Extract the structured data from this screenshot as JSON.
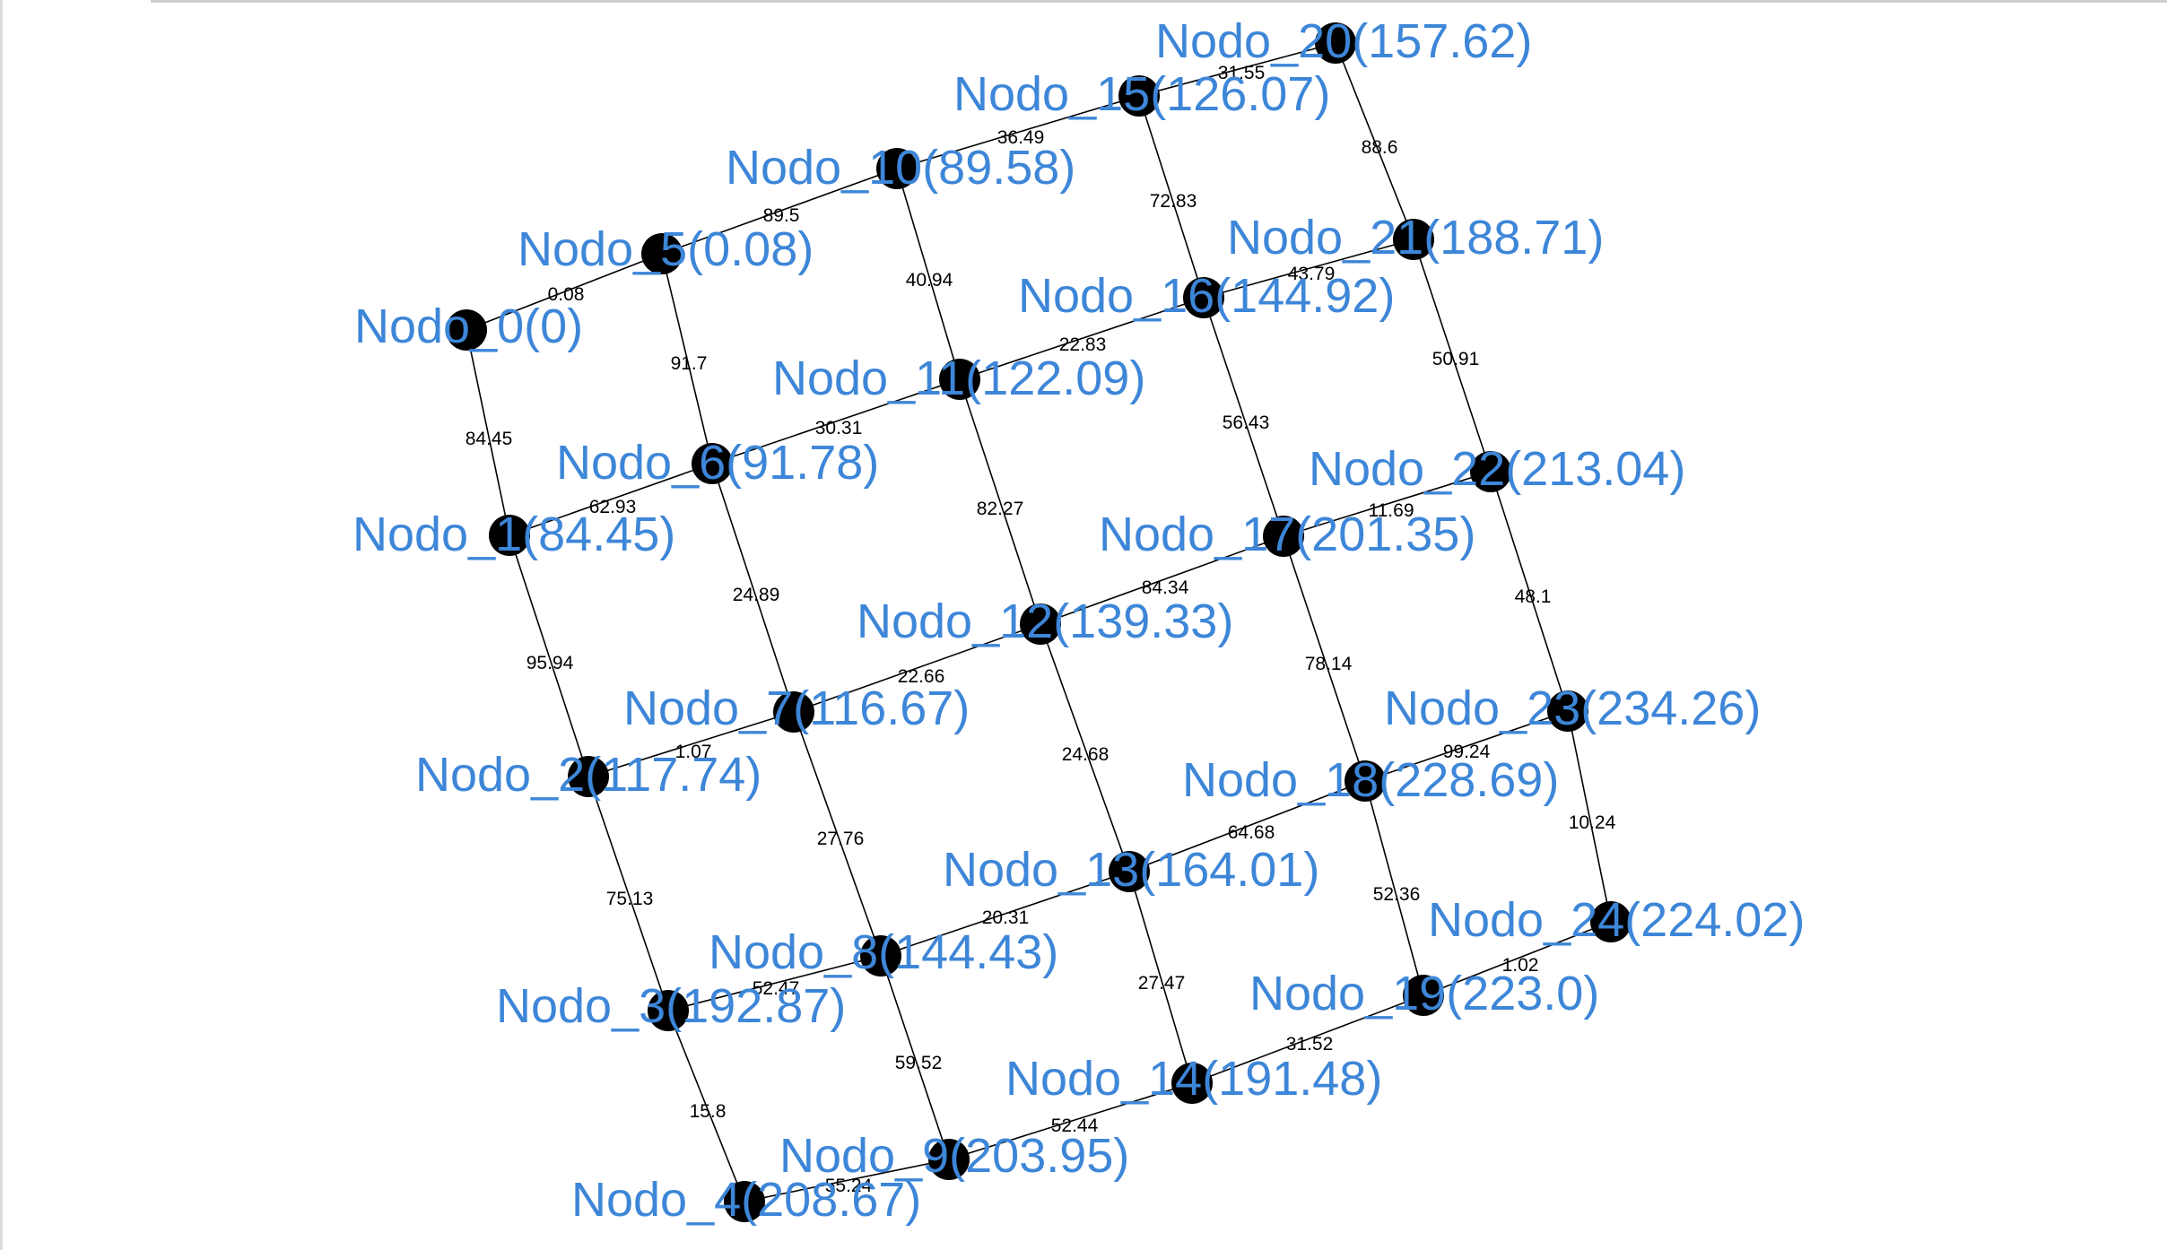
{
  "colors": {
    "background": "#ffffff",
    "frame_border": "#d8d8d8",
    "edge": "#000000",
    "node": "#000000",
    "node_label": "#3d86d8"
  },
  "graph": {
    "nodes": [
      {
        "id": 0,
        "name": "Nodo_0",
        "value": "0",
        "label": "Nodo_0(0)"
      },
      {
        "id": 1,
        "name": "Nodo_1",
        "value": "84.45",
        "label": "Nodo_1(84.45)"
      },
      {
        "id": 2,
        "name": "Nodo_2",
        "value": "117.74",
        "label": "Nodo_2(117.74)"
      },
      {
        "id": 3,
        "name": "Nodo_3",
        "value": "192.87",
        "label": "Nodo_3(192.87)"
      },
      {
        "id": 4,
        "name": "Nodo_4",
        "value": "208.67",
        "label": "Nodo_4(208.67)"
      },
      {
        "id": 5,
        "name": "Nodo_5",
        "value": "0.08",
        "label": "Nodo_5(0.08)"
      },
      {
        "id": 6,
        "name": "Nodo_6",
        "value": "91.78",
        "label": "Nodo_6(91.78)"
      },
      {
        "id": 7,
        "name": "Nodo_7",
        "value": "116.67",
        "label": "Nodo_7(116.67)"
      },
      {
        "id": 8,
        "name": "Nodo_8",
        "value": "144.43",
        "label": "Nodo_8(144.43)"
      },
      {
        "id": 9,
        "name": "Nodo_9",
        "value": "203.95",
        "label": "Nodo_9(203.95)"
      },
      {
        "id": 10,
        "name": "Nodo_10",
        "value": "89.58",
        "label": "Nodo_10(89.58)"
      },
      {
        "id": 11,
        "name": "Nodo_11",
        "value": "122.09",
        "label": "Nodo_11(122.09)"
      },
      {
        "id": 12,
        "name": "Nodo_12",
        "value": "139.33",
        "label": "Nodo_12(139.33)"
      },
      {
        "id": 13,
        "name": "Nodo_13",
        "value": "164.01",
        "label": "Nodo_13(164.01)"
      },
      {
        "id": 14,
        "name": "Nodo_14",
        "value": "191.48",
        "label": "Nodo_14(191.48)"
      },
      {
        "id": 15,
        "name": "Nodo_15",
        "value": "126.07",
        "label": "Nodo_15(126.07)"
      },
      {
        "id": 16,
        "name": "Nodo_16",
        "value": "144.92",
        "label": "Nodo_16(144.92)"
      },
      {
        "id": 17,
        "name": "Nodo_17",
        "value": "201.35",
        "label": "Nodo_17(201.35)"
      },
      {
        "id": 18,
        "name": "Nodo_18",
        "value": "228.69",
        "label": "Nodo_18(228.69)"
      },
      {
        "id": 19,
        "name": "Nodo_19",
        "value": "223.0",
        "label": "Nodo_19(223.0)"
      },
      {
        "id": 20,
        "name": "Nodo_20",
        "value": "157.62",
        "label": "Nodo_20(157.62)"
      },
      {
        "id": 21,
        "name": "Nodo_21",
        "value": "188.71",
        "label": "Nodo_21(188.71)"
      },
      {
        "id": 22,
        "name": "Nodo_22",
        "value": "213.04",
        "label": "Nodo_22(213.04)"
      },
      {
        "id": 23,
        "name": "Nodo_23",
        "value": "234.26",
        "label": "Nodo_23(234.26)"
      },
      {
        "id": 24,
        "name": "Nodo_24",
        "value": "224.02",
        "label": "Nodo_24(224.02)"
      }
    ],
    "edges": [
      {
        "from": 0,
        "to": 5,
        "weight": "0.08"
      },
      {
        "from": 5,
        "to": 10,
        "weight": "89.5"
      },
      {
        "from": 10,
        "to": 15,
        "weight": "36.49"
      },
      {
        "from": 15,
        "to": 20,
        "weight": "31.55"
      },
      {
        "from": 1,
        "to": 6,
        "weight": "62.93"
      },
      {
        "from": 6,
        "to": 11,
        "weight": "30.31"
      },
      {
        "from": 11,
        "to": 16,
        "weight": "22.83"
      },
      {
        "from": 16,
        "to": 21,
        "weight": "43.79"
      },
      {
        "from": 2,
        "to": 7,
        "weight": "1.07"
      },
      {
        "from": 7,
        "to": 12,
        "weight": "22.66"
      },
      {
        "from": 12,
        "to": 17,
        "weight": "84.34"
      },
      {
        "from": 17,
        "to": 22,
        "weight": "11.69"
      },
      {
        "from": 3,
        "to": 8,
        "weight": "52.47"
      },
      {
        "from": 8,
        "to": 13,
        "weight": "20.31"
      },
      {
        "from": 13,
        "to": 18,
        "weight": "64.68"
      },
      {
        "from": 18,
        "to": 23,
        "weight": "99.24"
      },
      {
        "from": 4,
        "to": 9,
        "weight": "55.24"
      },
      {
        "from": 9,
        "to": 14,
        "weight": "52.44"
      },
      {
        "from": 14,
        "to": 19,
        "weight": "31.52"
      },
      {
        "from": 19,
        "to": 24,
        "weight": "1.02"
      },
      {
        "from": 0,
        "to": 1,
        "weight": "84.45"
      },
      {
        "from": 1,
        "to": 2,
        "weight": "95.94"
      },
      {
        "from": 2,
        "to": 3,
        "weight": "75.13"
      },
      {
        "from": 3,
        "to": 4,
        "weight": "15.8"
      },
      {
        "from": 5,
        "to": 6,
        "weight": "91.7"
      },
      {
        "from": 6,
        "to": 7,
        "weight": "24.89"
      },
      {
        "from": 7,
        "to": 8,
        "weight": "27.76"
      },
      {
        "from": 8,
        "to": 9,
        "weight": "59.52"
      },
      {
        "from": 10,
        "to": 11,
        "weight": "40.94"
      },
      {
        "from": 11,
        "to": 12,
        "weight": "82.27"
      },
      {
        "from": 12,
        "to": 13,
        "weight": "24.68"
      },
      {
        "from": 13,
        "to": 14,
        "weight": "27.47"
      },
      {
        "from": 15,
        "to": 16,
        "weight": "72.83"
      },
      {
        "from": 16,
        "to": 17,
        "weight": "56.43"
      },
      {
        "from": 17,
        "to": 18,
        "weight": "78.14"
      },
      {
        "from": 18,
        "to": 19,
        "weight": "52.36"
      },
      {
        "from": 20,
        "to": 21,
        "weight": "88.6"
      },
      {
        "from": 21,
        "to": 22,
        "weight": "50.91"
      },
      {
        "from": 22,
        "to": 23,
        "weight": "48.1"
      },
      {
        "from": 23,
        "to": 24,
        "weight": "10.24"
      }
    ]
  }
}
